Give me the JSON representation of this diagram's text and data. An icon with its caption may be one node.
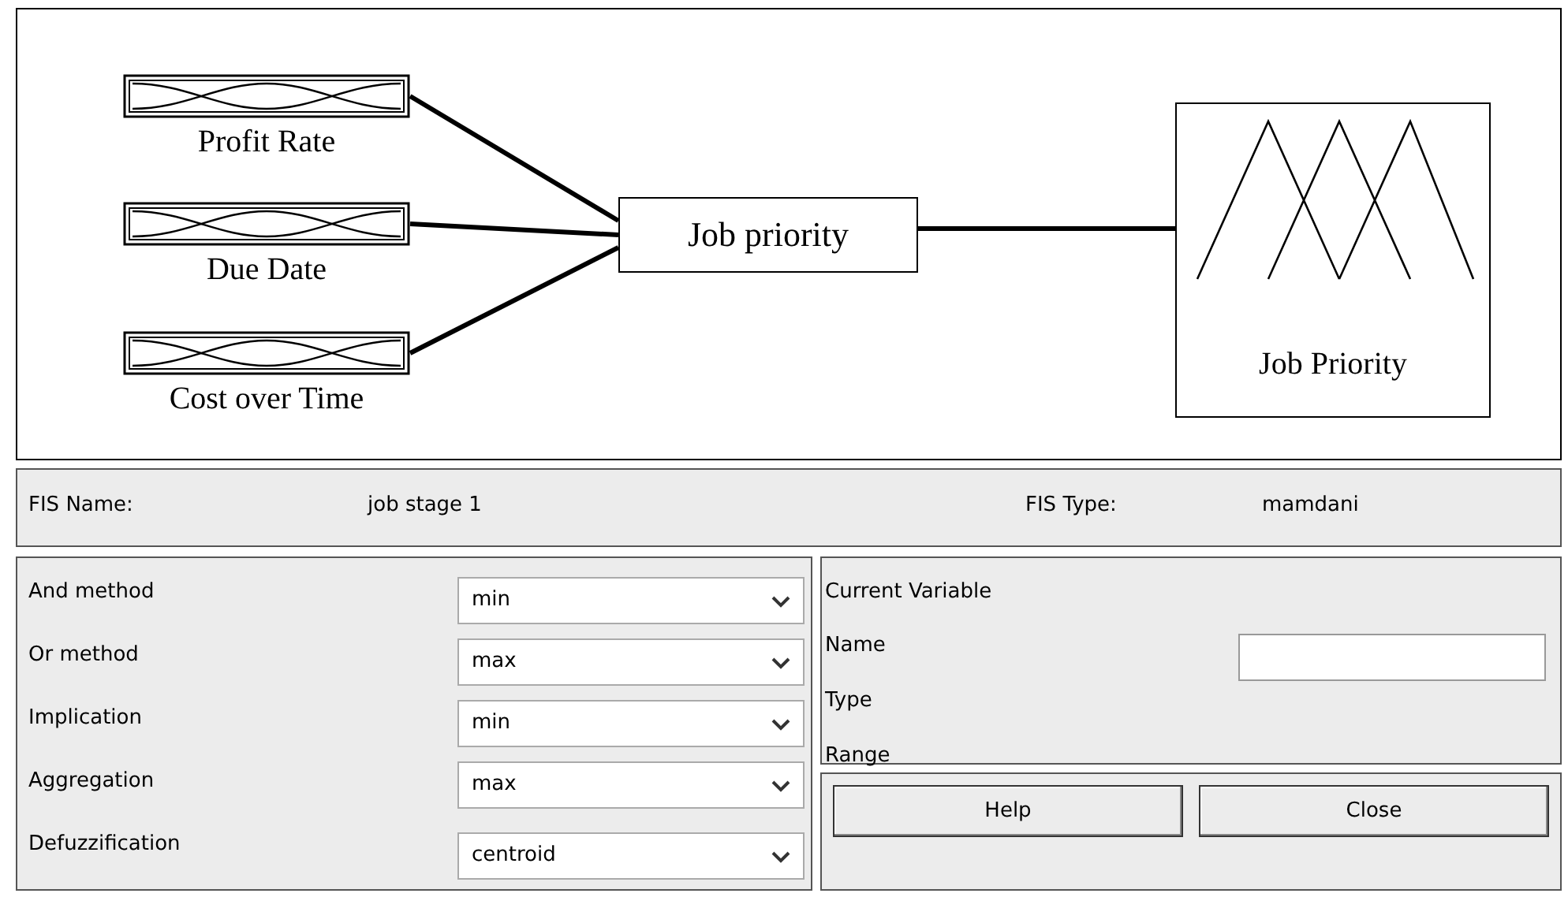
{
  "diagram": {
    "nodes": [
      {
        "text": [
          "Profit Rate"
        ]
      },
      {
        "text": [
          "Due Date"
        ]
      },
      {
        "text": [
          "Cost over Time"
        ]
      },
      {
        "text": [
          "Job priority"
        ]
      },
      {
        "text": [
          "Job Priority"
        ]
      }
    ],
    "edges": [
      {
        "from": 0,
        "to": 3,
        "arrow": "none"
      },
      {
        "from": 1,
        "to": 3,
        "arrow": "none"
      },
      {
        "from": 2,
        "to": 3,
        "arrow": "none"
      },
      {
        "from": 3,
        "to": 4,
        "arrow": "none"
      }
    ],
    "labels": [
      "FIS Name:",
      "job stage 1",
      "FIS Type:",
      "mamdani",
      "And method",
      "min",
      "Or method",
      "max",
      "Implication",
      "min",
      "Aggregation",
      "max",
      "Defuzzification",
      "centroid",
      "Current Variable",
      "Name",
      "Type",
      "Range",
      "Help",
      "Close"
    ]
  }
}
